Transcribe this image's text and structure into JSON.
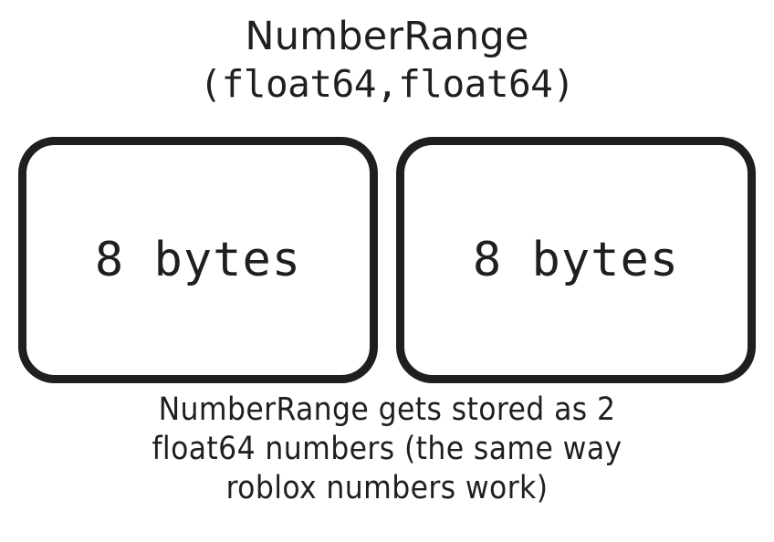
{
  "diagram": {
    "title": {
      "type_name": "NumberRange",
      "type_signature": "(float64,float64)"
    },
    "fields": [
      {
        "size_label": "8 bytes"
      },
      {
        "size_label": "8 bytes"
      }
    ],
    "caption_lines": [
      "NumberRange gets stored as 2",
      "float64 numbers (the same way",
      "roblox numbers work)"
    ],
    "colors": {
      "stroke": "#1f1f1f",
      "fill": "#ffffff",
      "background": "#ffffff"
    }
  }
}
